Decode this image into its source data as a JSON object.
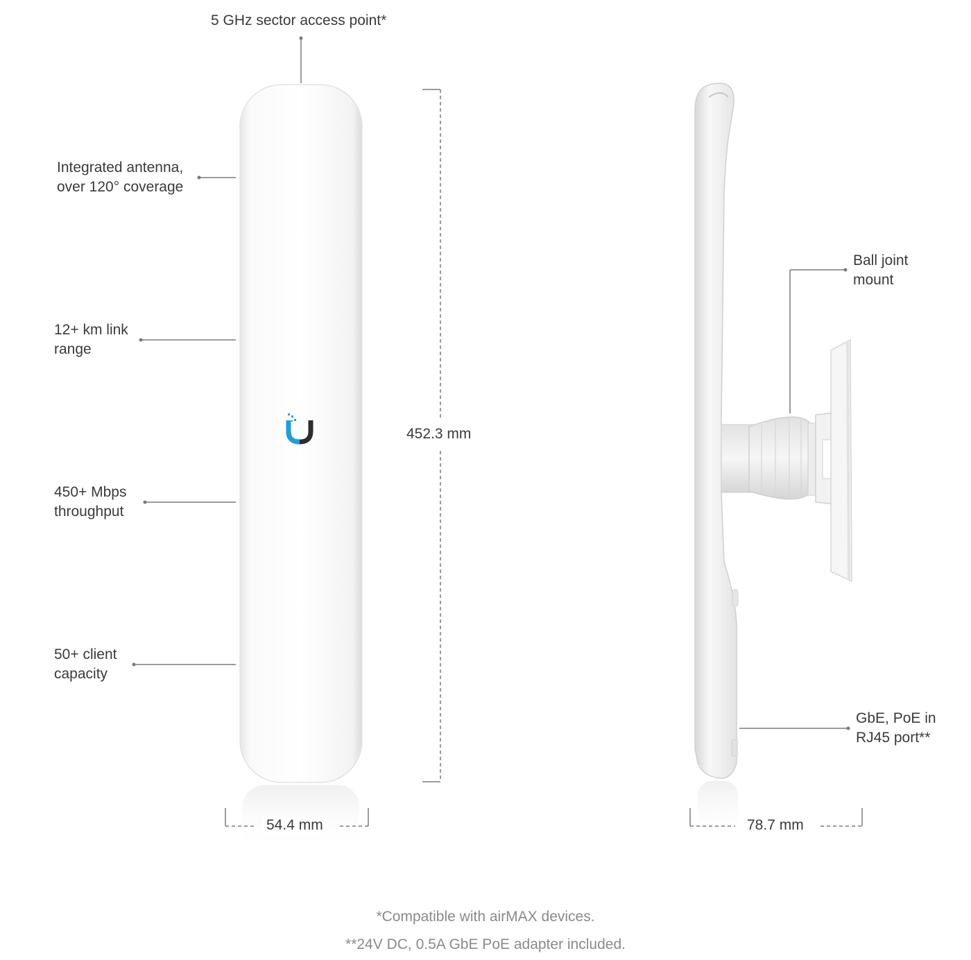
{
  "callouts": {
    "top": "5 GHz sector access point*",
    "antenna": [
      "Integrated antenna,",
      "over 120° coverage"
    ],
    "range": [
      "12+ km link",
      "range"
    ],
    "throughput": [
      "450+ Mbps",
      "throughput"
    ],
    "clients": [
      "50+ client",
      "capacity"
    ],
    "mount": [
      "Ball joint",
      "mount"
    ],
    "port": [
      "GbE, PoE in",
      "RJ45 port**"
    ]
  },
  "dimensions": {
    "height": "452.3 mm",
    "front_width": "54.4 mm",
    "side_depth": "78.7 mm"
  },
  "footnotes": [
    "*Compatible with airMAX devices.",
    "**24V DC, 0.5A GbE PoE adapter included."
  ],
  "colors": {
    "logo_blue": "#1b9fe0",
    "logo_dark": "#2d2d2d",
    "device_white": "#f4f4f4",
    "line_gray": "#7a7a7a"
  }
}
